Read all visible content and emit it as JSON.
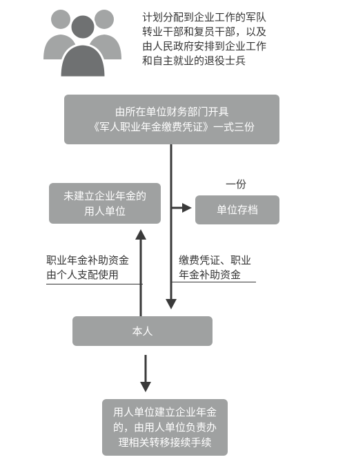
{
  "intro": {
    "icon": "people-group-icon",
    "lines": [
      "计划分配到企业工作的军队",
      "转业干部和复员干部，以及",
      "由人民政府安排到企业工作",
      "和自主就业的退役士兵"
    ]
  },
  "nodes": {
    "certificate": [
      "由所在单位财务部门开具",
      "《军人职业年金缴费凭证》一式三份"
    ],
    "no_annuity_unit": [
      "未建立企业年金的",
      "用人单位"
    ],
    "unit_archive": "单位存档",
    "self": "本人",
    "with_annuity_unit": [
      "用人单位建立企业年金",
      "的，由用人单位负责办",
      "理相关转移接续手续"
    ]
  },
  "labels": {
    "one_copy": "一份",
    "personal_use": [
      "职业年金补助资金",
      "由个人支配使用"
    ],
    "payment_items": [
      "缴费凭证、职业",
      "年金补助资金"
    ]
  },
  "colors": {
    "box_fill": "#9fa1a1",
    "box_text": "#ffffff",
    "text": "#333333",
    "arrow": "#3a3a3a",
    "icon_light": "#a3a5a5",
    "icon_dark": "#6f7172"
  }
}
